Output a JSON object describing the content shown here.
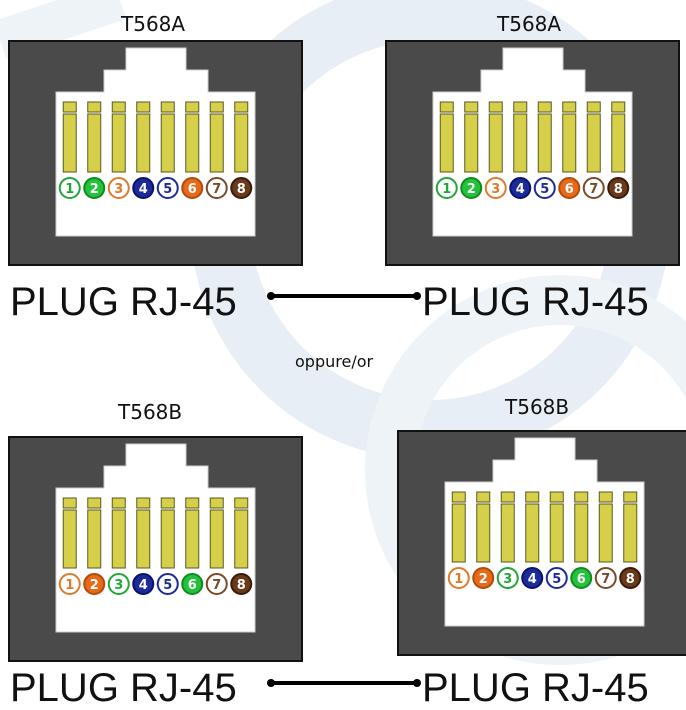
{
  "page": {
    "separator_text": "oppure/or"
  },
  "pairs": [
    {
      "left": {
        "standard": "T568A",
        "caption": "PLUG RJ-45"
      },
      "right": {
        "standard": "T568A",
        "caption": "PLUG RJ-45"
      }
    },
    {
      "left": {
        "standard": "T568B",
        "caption": "PLUG RJ-45"
      },
      "right": {
        "standard": "T568B",
        "caption": "PLUG RJ-45"
      }
    }
  ],
  "pin_numbers": [
    "1",
    "2",
    "3",
    "4",
    "5",
    "6",
    "7",
    "8"
  ],
  "wiring": {
    "T568A": [
      {
        "fill": "#ffffff",
        "stroke": "#22a63a",
        "text": "#22a63a"
      },
      {
        "fill": "#22c23a",
        "stroke": "#128a22",
        "text": "#ffffff"
      },
      {
        "fill": "#ffffff",
        "stroke": "#e07a2a",
        "text": "#e07a2a"
      },
      {
        "fill": "#1d2b9a",
        "stroke": "#0a136a",
        "text": "#ffffff"
      },
      {
        "fill": "#ffffff",
        "stroke": "#1d2b9a",
        "text": "#1d2b9a"
      },
      {
        "fill": "#e66a1a",
        "stroke": "#b14a0a",
        "text": "#ffffff"
      },
      {
        "fill": "#ffffff",
        "stroke": "#7a4a2a",
        "text": "#7a4a2a"
      },
      {
        "fill": "#6a3a1a",
        "stroke": "#3a1a0a",
        "text": "#ffffff"
      }
    ],
    "T568B": [
      {
        "fill": "#ffffff",
        "stroke": "#e07a2a",
        "text": "#e07a2a"
      },
      {
        "fill": "#e66a1a",
        "stroke": "#b14a0a",
        "text": "#ffffff"
      },
      {
        "fill": "#ffffff",
        "stroke": "#22a63a",
        "text": "#22a63a"
      },
      {
        "fill": "#1d2b9a",
        "stroke": "#0a136a",
        "text": "#ffffff"
      },
      {
        "fill": "#ffffff",
        "stroke": "#1d2b9a",
        "text": "#1d2b9a"
      },
      {
        "fill": "#22c23a",
        "stroke": "#128a22",
        "text": "#ffffff"
      },
      {
        "fill": "#ffffff",
        "stroke": "#7a4a2a",
        "text": "#7a4a2a"
      },
      {
        "fill": "#6a3a1a",
        "stroke": "#3a1a0a",
        "text": "#ffffff"
      }
    ]
  },
  "colors": {
    "plug_body": "#4a4a4a",
    "plug_border": "#111111",
    "plug_cavity": "#ffffff",
    "pin_fill": "#d6cf4a",
    "pin_stroke": "#5a5a20",
    "connector_line": "#000000",
    "watermark": "#e8eef5"
  },
  "icons": {
    "plug": "rj45-plug-front-icon",
    "pin": "gold-contact-pin",
    "wire_marker": "numbered-wire-color-dot"
  }
}
